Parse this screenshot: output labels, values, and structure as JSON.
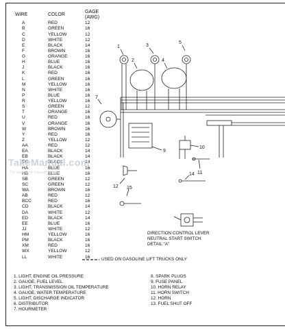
{
  "table": {
    "headers": {
      "wire": "WIRE",
      "color": "COLOR",
      "gage": "GAGE (AWG)"
    },
    "rows": [
      {
        "wire": "A",
        "color": "RED",
        "gage": "12"
      },
      {
        "wire": "B",
        "color": "GREEN",
        "gage": "16"
      },
      {
        "wire": "C",
        "color": "YELLOW",
        "gage": "12"
      },
      {
        "wire": "D",
        "color": "WHITE",
        "gage": "12"
      },
      {
        "wire": "E",
        "color": "BLACK",
        "gage": "14"
      },
      {
        "wire": "F",
        "color": "BROWN",
        "gage": "16"
      },
      {
        "wire": "G",
        "color": "ORANGE",
        "gage": "16"
      },
      {
        "wire": "H",
        "color": "BLUE",
        "gage": "16"
      },
      {
        "wire": "J",
        "color": "BLACK",
        "gage": "16"
      },
      {
        "wire": "K",
        "color": "RED",
        "gage": "16"
      },
      {
        "wire": "L",
        "color": "GREEN",
        "gage": "16"
      },
      {
        "wire": "M",
        "color": "YELLOW",
        "gage": "16"
      },
      {
        "wire": "N",
        "color": "WHITE",
        "gage": "16"
      },
      {
        "wire": "P",
        "color": "BLUE",
        "gage": "16"
      },
      {
        "wire": "R",
        "color": "YELLOW",
        "gage": "16"
      },
      {
        "wire": "S",
        "color": "GREEN",
        "gage": "12"
      },
      {
        "wire": "T",
        "color": "ORANGE",
        "gage": "16"
      },
      {
        "wire": "U",
        "color": "RED",
        "gage": "16"
      },
      {
        "wire": "V",
        "color": "ORANGE",
        "gage": "16"
      },
      {
        "wire": "W",
        "color": "BROWN",
        "gage": "16"
      },
      {
        "wire": "Y",
        "color": "RED",
        "gage": "16"
      },
      {
        "wire": "Z",
        "color": "YELLOW",
        "gage": "12"
      },
      {
        "wire": "AA",
        "color": "RED",
        "gage": "12"
      },
      {
        "wire": "EA",
        "color": "BLACK",
        "gage": "14"
      },
      {
        "wire": "EB",
        "color": "BLACK",
        "gage": "14"
      },
      {
        "wire": "EC",
        "color": "BLACK",
        "gage": "14"
      },
      {
        "wire": "HA",
        "color": "BLUE",
        "gage": "16"
      },
      {
        "wire": "HB",
        "color": "BLUE",
        "gage": "16"
      },
      {
        "wire": "SB",
        "color": "GREEN",
        "gage": "12"
      },
      {
        "wire": "SC",
        "color": "GREEN",
        "gage": "12"
      },
      {
        "wire": "WA",
        "color": "BROWN",
        "gage": "16"
      },
      {
        "wire": "AB",
        "color": "RED",
        "gage": "12"
      },
      {
        "wire": "BCC",
        "color": "RED",
        "gage": "16"
      },
      {
        "wire": "CD",
        "color": "BLACK",
        "gage": "14"
      },
      {
        "wire": "DA",
        "color": "WHITE",
        "gage": "12"
      },
      {
        "wire": "ED",
        "color": "BLACK",
        "gage": "14"
      },
      {
        "wire": "EE",
        "color": "BLUE",
        "gage": "16"
      },
      {
        "wire": "JJ",
        "color": "WHITE",
        "gage": "12"
      },
      {
        "wire": "HM",
        "color": "YELLOW",
        "gage": "16"
      },
      {
        "wire": "PM",
        "color": "BLACK",
        "gage": "16"
      },
      {
        "wire": "XM",
        "color": "RED",
        "gage": "16"
      },
      {
        "wire": "WX",
        "color": "YELLOW",
        "gage": "12"
      },
      {
        "wire": "LL",
        "color": "WHITE",
        "gage": "16"
      }
    ]
  },
  "diagram": {
    "callouts": [
      "1",
      "2",
      "3",
      "4",
      "5",
      "7",
      "9",
      "10",
      "11",
      "12",
      "14",
      "15"
    ]
  },
  "detail_note": {
    "line1": "DIRECTION CONTROL LEVER",
    "line2": "NEUTRAL START SWITCH",
    "line3": "DETAIL \"A\""
  },
  "gas_note": "USED ON GASOLINE LIFT TRUCKS ONLY",
  "legend_left": [
    "1. LIGHT, ENGINE OIL PRESSURE",
    "2. GAUGE, FUEL LEVEL",
    "3. LIGHT, TRANSMISSION OIL TEMPERATURE",
    "4. GAUGE, WATER TEMPERATURE",
    "5. LIGHT, DISCHARGE INDICATOR",
    "6. DISTRIBUTOR",
    "7. HOURMETER"
  ],
  "legend_right": [
    "8. SPARK PLUGS",
    "9. FUSE PANEL",
    "10. HORN RELAY",
    "11. HORN SWITCH",
    "12. HORN",
    "13. FUEL SHUT OFF"
  ],
  "watermark": {
    "main": "TakeManual.com",
    "sub": "The website for manuals for free"
  }
}
